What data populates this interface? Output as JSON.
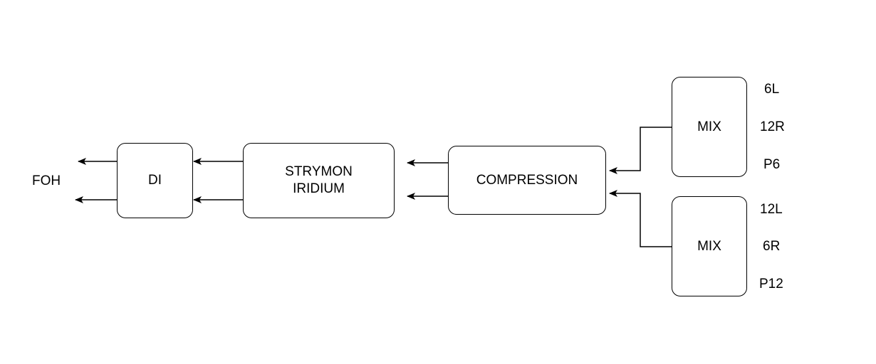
{
  "output_label": "FOH",
  "blocks": {
    "di": "DI",
    "strymon_line1": "STRYMON",
    "strymon_line2": "IRIDIUM",
    "compression": "COMPRESSION",
    "mix_top": "MIX",
    "mix_bottom": "MIX"
  },
  "mix_top_inputs": [
    "6L",
    "12R",
    "P6"
  ],
  "mix_bottom_inputs": [
    "12L",
    "6R",
    "P12"
  ],
  "colors": {
    "line": "#000000",
    "background": "#ffffff"
  }
}
